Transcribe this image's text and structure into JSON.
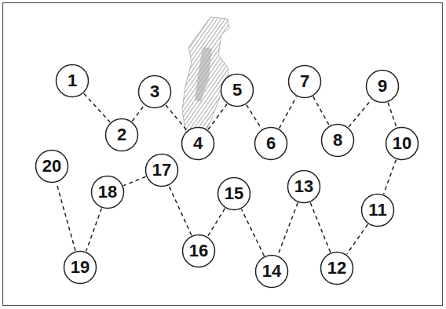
{
  "diagram": {
    "nodes": [
      {
        "text": [
          "1"
        ]
      },
      {
        "text": [
          "2"
        ]
      },
      {
        "text": [
          "3"
        ]
      },
      {
        "text": [
          "4"
        ]
      },
      {
        "text": [
          "5"
        ]
      },
      {
        "text": [
          "6"
        ]
      },
      {
        "text": [
          "7"
        ]
      },
      {
        "text": [
          "8"
        ]
      },
      {
        "text": [
          "9"
        ]
      },
      {
        "text": [
          "10"
        ]
      },
      {
        "text": [
          "11"
        ]
      },
      {
        "text": [
          "12"
        ]
      },
      {
        "text": [
          "13"
        ]
      },
      {
        "text": [
          "14"
        ]
      },
      {
        "text": [
          "15"
        ]
      },
      {
        "text": [
          "16"
        ]
      },
      {
        "text": [
          "17"
        ]
      },
      {
        "text": [
          "18"
        ]
      },
      {
        "text": [
          "19"
        ]
      },
      {
        "text": [
          "20"
        ]
      }
    ],
    "edges": [
      {
        "from": 0,
        "to": 1,
        "arrow": "none"
      },
      {
        "from": 1,
        "to": 2,
        "arrow": "none"
      },
      {
        "from": 2,
        "to": 3,
        "arrow": "none"
      },
      {
        "from": 3,
        "to": 4,
        "arrow": "none"
      },
      {
        "from": 4,
        "to": 5,
        "arrow": "none"
      },
      {
        "from": 5,
        "to": 6,
        "arrow": "none"
      },
      {
        "from": 6,
        "to": 7,
        "arrow": "none"
      },
      {
        "from": 7,
        "to": 8,
        "arrow": "none"
      },
      {
        "from": 8,
        "to": 9,
        "arrow": "none"
      },
      {
        "from": 9,
        "to": 10,
        "arrow": "none"
      },
      {
        "from": 10,
        "to": 11,
        "arrow": "none"
      },
      {
        "from": 11,
        "to": 12,
        "arrow": "none"
      },
      {
        "from": 12,
        "to": 13,
        "arrow": "none"
      },
      {
        "from": 13,
        "to": 14,
        "arrow": "none"
      },
      {
        "from": 14,
        "to": 15,
        "arrow": "none"
      },
      {
        "from": 15,
        "to": 16,
        "arrow": "none"
      },
      {
        "from": 16,
        "to": 17,
        "arrow": "none"
      },
      {
        "from": 17,
        "to": 18,
        "arrow": "none"
      },
      {
        "from": 18,
        "to": 19,
        "arrow": "none"
      }
    ]
  }
}
